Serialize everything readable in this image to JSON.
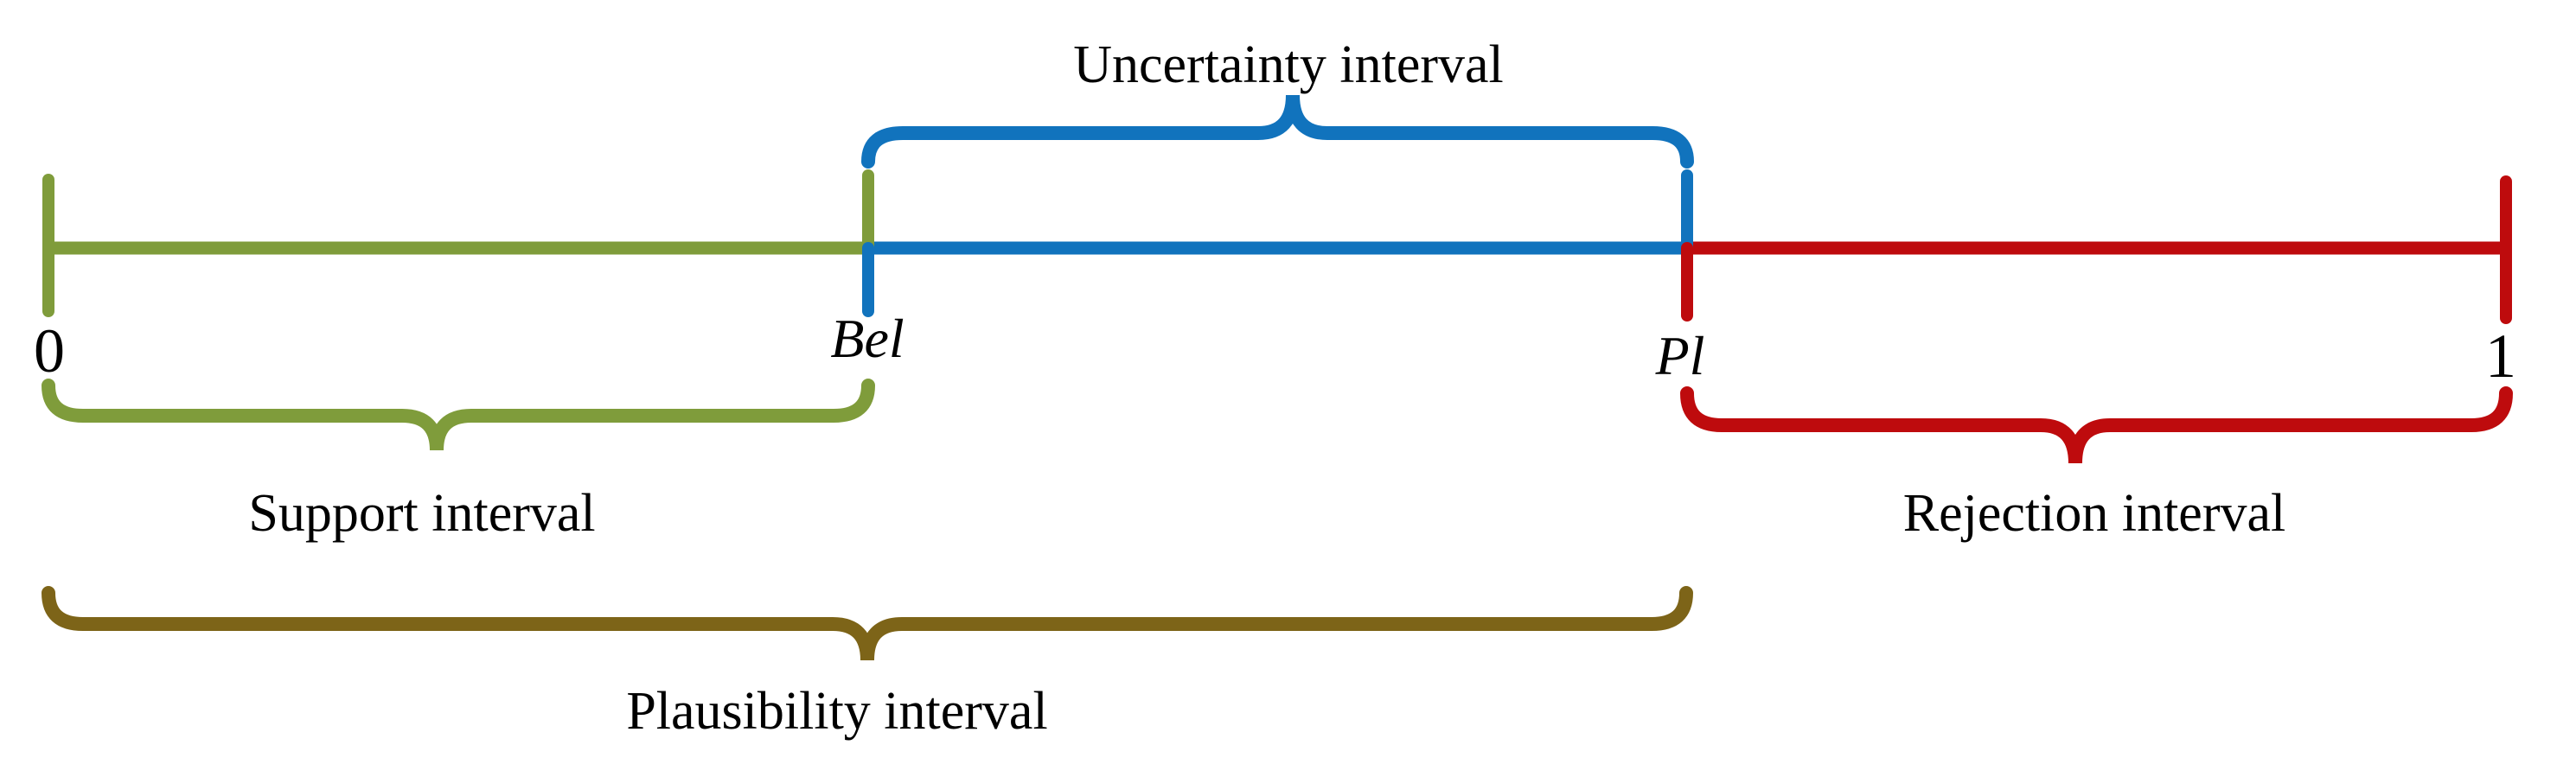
{
  "diagram": {
    "description": "Belief and plausibility intervals on a probability line from 0 to 1",
    "axis": {
      "zero_label": "0",
      "one_label": "1",
      "bel_label": "Bel",
      "pl_label": "Pl"
    },
    "intervals": {
      "support": {
        "label": "Support interval",
        "from": "0",
        "to": "Bel",
        "color": "#7F9C3B"
      },
      "uncertainty": {
        "label": "Uncertainty interval",
        "from": "Bel",
        "to": "Pl",
        "color": "#1173BD"
      },
      "rejection": {
        "label": "Rejection interval",
        "from": "Pl",
        "to": "1",
        "color": "#BE0B0D"
      },
      "plausibility": {
        "label": "Plausibility interval",
        "from": "0",
        "to": "Pl",
        "color": "#7D6418"
      }
    }
  }
}
